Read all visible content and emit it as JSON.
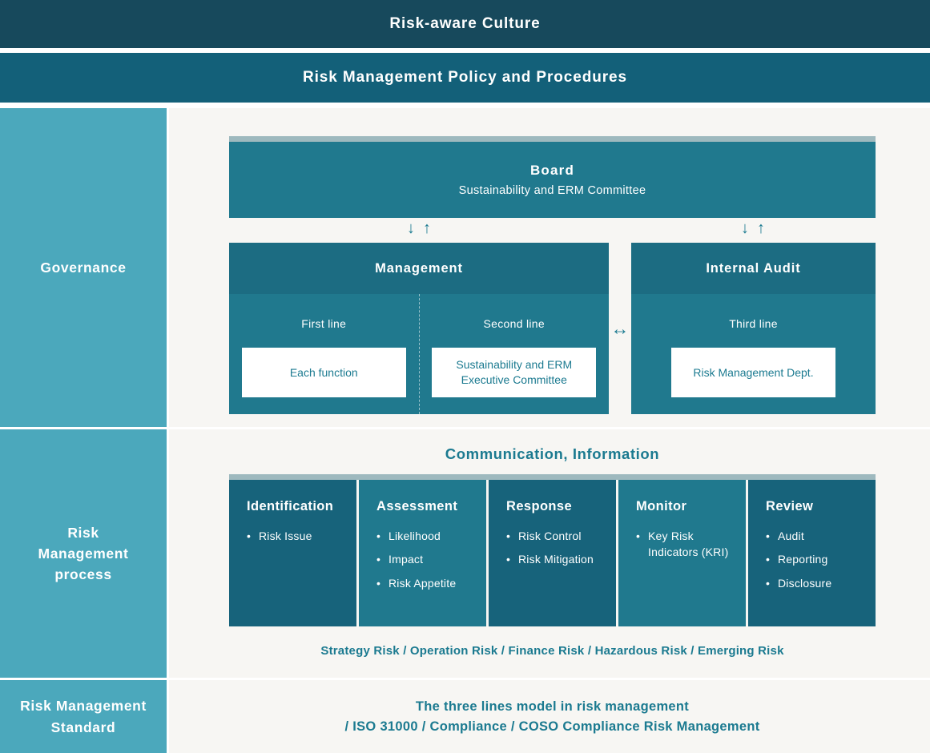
{
  "banners": {
    "culture": "Risk-aware Culture",
    "policy": "Risk Management Policy and Procedures"
  },
  "sidebar": {
    "governance": "Governance",
    "process": "Risk\nManagement\nprocess",
    "standard": "Risk Management\nStandard"
  },
  "governance": {
    "board": {
      "title": "Board",
      "subtitle": "Sustainability and ERM Committee"
    },
    "arrows": {
      "down": "↓",
      "up": "↑",
      "between": "↔"
    },
    "management": {
      "title": "Management",
      "first_line_label": "First line",
      "first_line_box": "Each function",
      "second_line_label": "Second line",
      "second_line_box": "Sustainability and ERM Executive Committee"
    },
    "internal_audit": {
      "title": "Internal Audit",
      "third_line_label": "Third line",
      "third_line_box": "Risk Management Dept."
    }
  },
  "process": {
    "title": "Communication, Information",
    "columns": [
      {
        "title": "Identification",
        "items": [
          "Risk Issue"
        ]
      },
      {
        "title": "Assessment",
        "items": [
          "Likelihood",
          "Impact",
          "Risk Appetite"
        ]
      },
      {
        "title": "Response",
        "items": [
          "Risk Control",
          "Risk Mitigation"
        ]
      },
      {
        "title": "Monitor",
        "items": [
          "Key Risk Indicators (KRI)"
        ]
      },
      {
        "title": "Review",
        "items": [
          "Audit",
          "Reporting",
          "Disclosure"
        ]
      }
    ],
    "risk_types": "Strategy Risk / Operation Risk / Finance Risk / Hazardous Risk / Emerging Risk"
  },
  "standard": {
    "line1": "The three lines model in risk management",
    "line2": "/ ISO 31000 / Compliance / COSO Compliance Risk Management"
  },
  "colors": {
    "banner_dark": "#17495C",
    "banner_mid": "#136079",
    "sidebar": "#4BA8BC",
    "box_teal": "#20798E",
    "box_header": "#1C6C82",
    "column_dark": "#17637B",
    "accent_strip": "#9EB9BE",
    "content_bg": "#F7F6F3",
    "teal_text": "#1B7A90"
  }
}
